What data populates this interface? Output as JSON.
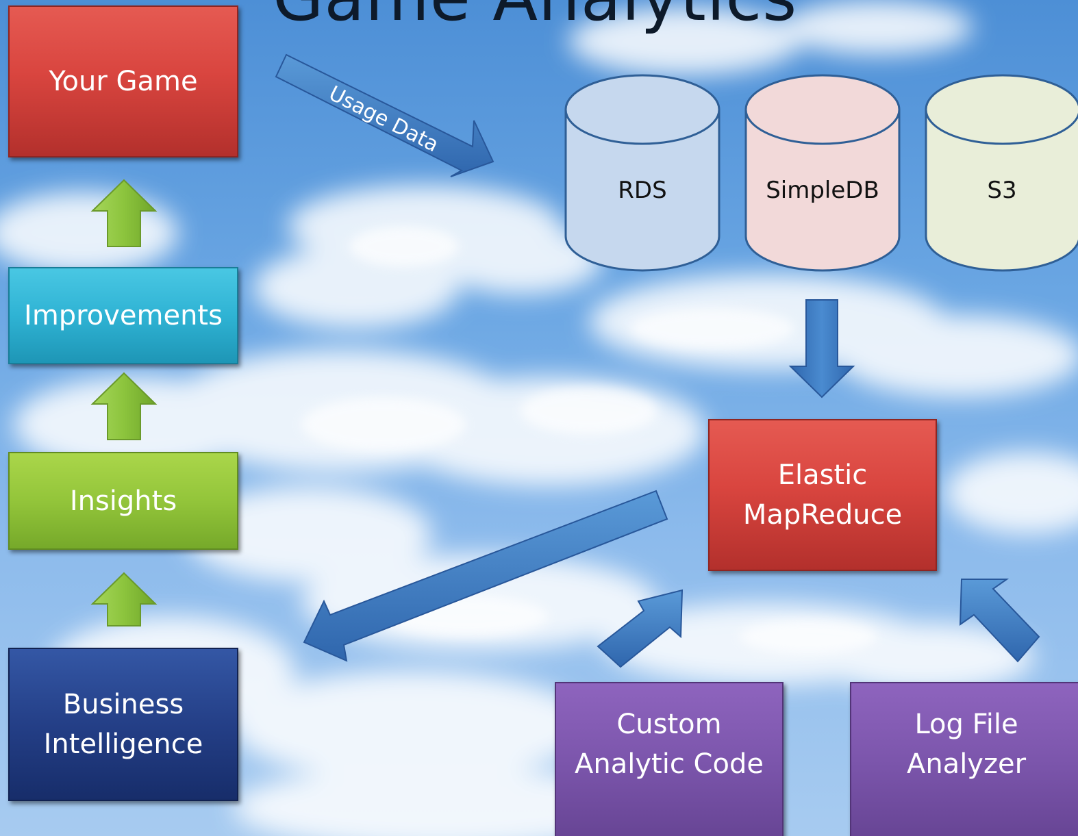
{
  "title": "Game Analytics",
  "boxes": {
    "your_game": "Your Game",
    "improvements": "Improvements",
    "insights": "Insights",
    "business_intelligence_l1": "Business",
    "business_intelligence_l2": "Intelligence",
    "emr_l1": "Elastic",
    "emr_l2": "MapReduce",
    "custom_code_l1": "Custom",
    "custom_code_l2": "Analytic Code",
    "log_analyzer_l1": "Log File",
    "log_analyzer_l2": "Analyzer"
  },
  "databases": {
    "rds": "RDS",
    "simpledb": "SimpleDB",
    "s3": "S3"
  },
  "arrows": {
    "usage_data": "Usage Data"
  },
  "colors": {
    "red": "#d9453f",
    "cyan": "#2fb3d4",
    "green": "#93c53a",
    "navy": "#243f87",
    "purple": "#7b55ab",
    "arrow_blue": "#3d7dc6",
    "arrow_green": "#8cc43d",
    "db_blue": "#c6d8ee",
    "db_pink": "#f2d9d9",
    "db_cream": "#e9eed9"
  }
}
